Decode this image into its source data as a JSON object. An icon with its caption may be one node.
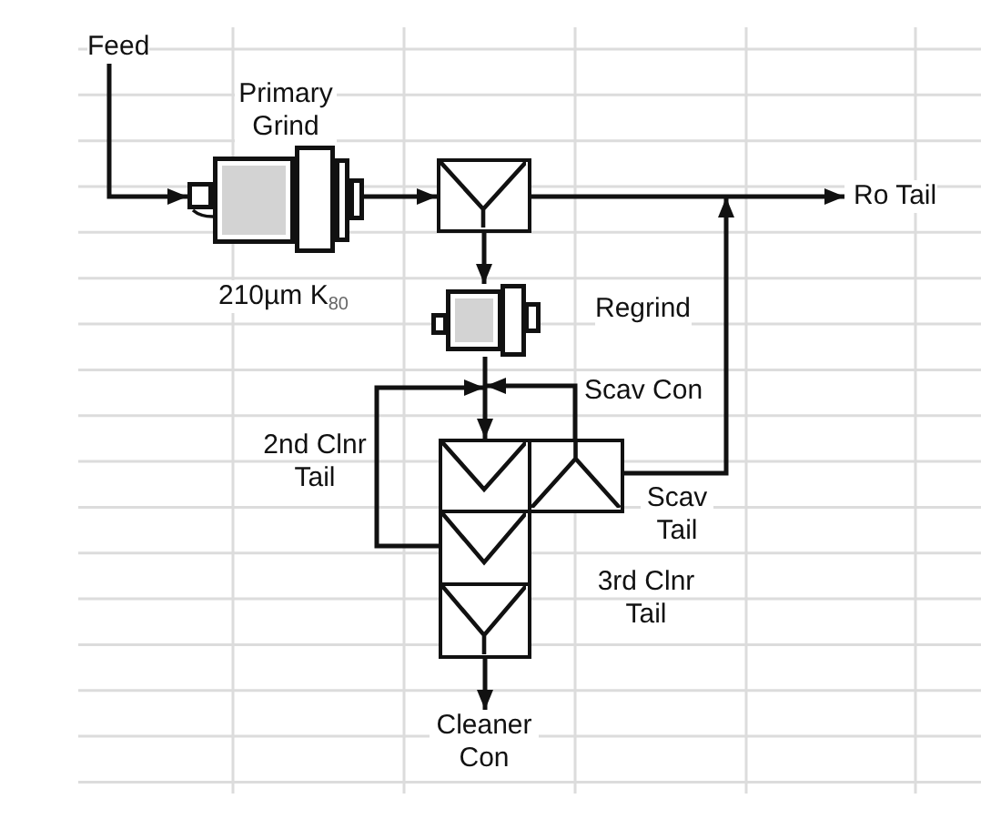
{
  "diagram": {
    "nodes": [
      {
        "text": [
          "Feed"
        ]
      },
      {
        "text": [
          "Primary Grind"
        ],
        "beside": [
          "210µm K$_{80}$"
        ]
      },
      {
        "text": [],
        "shape": "box"
      },
      {
        "text": [
          "Ro Tail"
        ]
      },
      {
        "text": [
          "Regrind"
        ]
      },
      {
        "text": [],
        "shape": "box"
      },
      {
        "text": [],
        "shape": "box"
      },
      {
        "text": [],
        "shape": "box"
      },
      {
        "text": [],
        "shape": "box"
      },
      {
        "text": [
          "Cleaner Con"
        ]
      }
    ],
    "edges": [
      {
        "from": 0,
        "to": 1,
        "arrow": "to"
      },
      {
        "from": 1,
        "to": 2,
        "arrow": "to"
      },
      {
        "from": 2,
        "to": 3,
        "arrow": "to"
      },
      {
        "from": 2,
        "to": 4,
        "arrow": "to"
      },
      {
        "from": 4,
        "to": 5,
        "arrow": "to"
      },
      {
        "from": 8,
        "to": 5,
        "label": "Scav Con",
        "arrow": "to"
      },
      {
        "from": 6,
        "to": 5,
        "label": "2nd Clnr Tail",
        "arrow": "to"
      },
      {
        "from": 8,
        "to": 3,
        "label": "Scav Tail",
        "arrow": "to"
      },
      {
        "from": 7,
        "to": 9,
        "arrow": "to"
      }
    ],
    "labels": [
      "3rd Clnr Tail"
    ]
  }
}
